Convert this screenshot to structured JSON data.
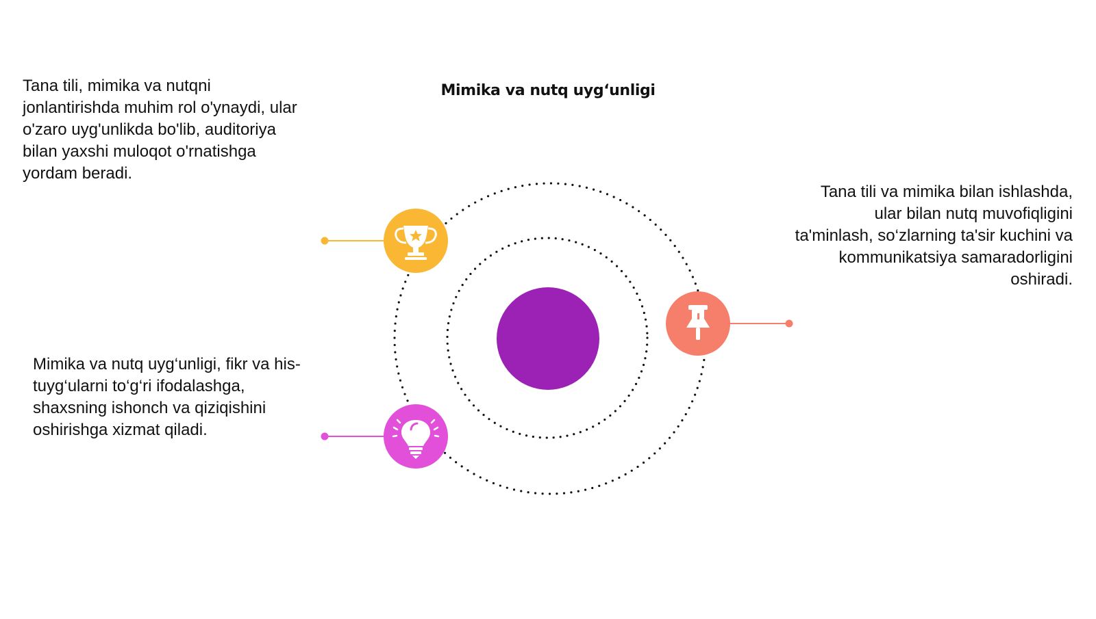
{
  "title": "Mimika va nutq uyg‘unligi",
  "colors": {
    "center": "#9b22b4",
    "yellow": "#f9b733",
    "coral": "#f57f6b",
    "magenta": "#e24fd8",
    "dots": "#111111"
  },
  "nodes": [
    {
      "id": "top-left",
      "icon": "trophy-icon",
      "color": "#f9b733",
      "text": "Tana tili, mimika va nutqni jonlantirishda muhim rol o'ynaydi, ular o'zaro uyg'unlikda bo'lib, auditoriya bilan yaxshi muloqot o'rnatishga yordam beradi."
    },
    {
      "id": "right",
      "icon": "pushpin-icon",
      "color": "#f57f6b",
      "text": "Tana tili va mimika bilan ishlashda, ular bilan nutq muvofiqligini ta'minlash, so‘zlarning ta'sir kuchini va kommunikatsiya samaradorligini oshiradi."
    },
    {
      "id": "bottom-left",
      "icon": "lightbulb-icon",
      "color": "#e24fd8",
      "text": "Mimika va nutq uyg‘unligi, fikr va his-tuyg‘ularni to‘g‘ri ifodalashga, shaxsning ishonch va qiziqishini oshirishga xizmat qiladi."
    }
  ]
}
